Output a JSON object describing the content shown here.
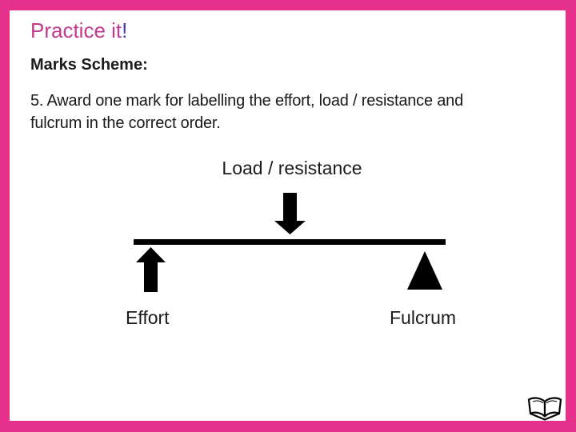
{
  "slide": {
    "title": "Practice it",
    "title_exclamation": "!",
    "marks_scheme_heading": "Marks Scheme:",
    "body_text": "5. Award one mark for labelling the effort, load / resistance and fulcrum in the correct order."
  },
  "diagram": {
    "load_label": "Load / resistance",
    "effort_label": "Effort",
    "fulcrum_label": "Fulcrum"
  },
  "icons": {
    "book": "open-book-icon"
  },
  "colors": {
    "frame_pink": "#E5308C",
    "title_pink": "#C23A8C",
    "exclamation_blue": "#3B3AB5",
    "text_dark": "#1A1A1A",
    "diagram_black": "#000000"
  }
}
